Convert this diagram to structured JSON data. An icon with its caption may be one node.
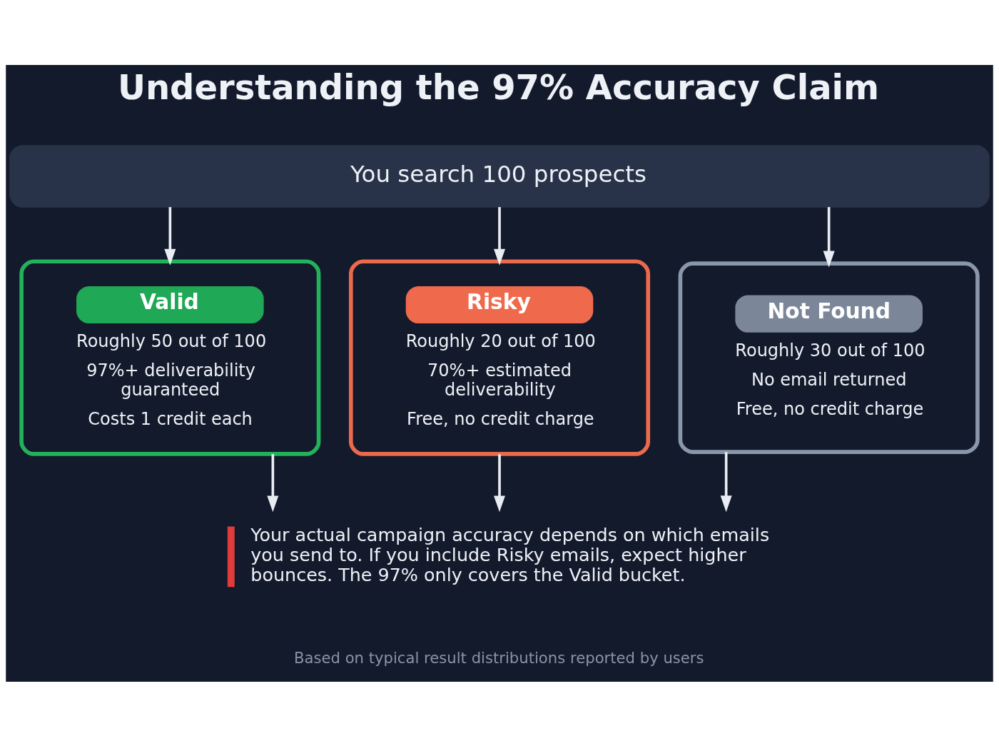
{
  "diagram": {
    "title": "Understanding the 97% Accuracy Claim",
    "nodes": [
      {
        "text": [
          "You search 100 prospects"
        ]
      },
      {
        "text": [
          "Valid",
          "Roughly 50 out of 100",
          "97%+ deliverability guaranteed",
          "Costs 1 credit each"
        ]
      },
      {
        "text": [
          "Risky",
          "Roughly 20 out of 100",
          "70%+ estimated deliverability",
          "Free, no credit charge"
        ]
      },
      {
        "text": [
          "Not Found",
          "Roughly 30 out of 100",
          "No email returned",
          "Free, no credit charge"
        ]
      },
      {
        "text": [
          "Your actual campaign accuracy depends on which emails you send to. If you include Risky emails, expect higher bounces. The 97% only covers the Valid bucket."
        ]
      }
    ],
    "edges": [
      {
        "from": 0,
        "to": 1,
        "arrow": "to"
      },
      {
        "from": 0,
        "to": 2,
        "arrow": "to"
      },
      {
        "from": 0,
        "to": 3,
        "arrow": "to"
      },
      {
        "from": 1,
        "to": 4,
        "arrow": "to"
      },
      {
        "from": 2,
        "to": 4,
        "arrow": "to"
      },
      {
        "from": 3,
        "to": 4,
        "arrow": "to"
      }
    ],
    "labels": [
      "Based on typical result distributions reported by users"
    ]
  }
}
